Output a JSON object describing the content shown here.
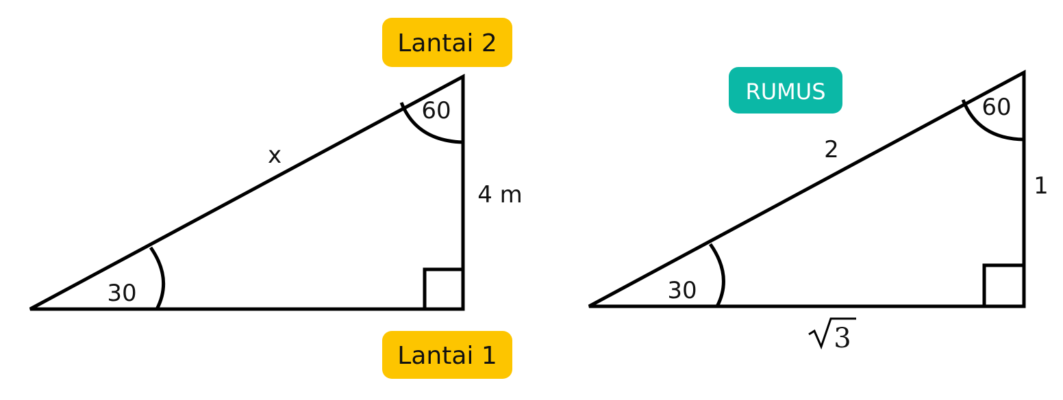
{
  "colors": {
    "badge_yellow": "#FDC500",
    "badge_teal": "#0BB8A6",
    "line": "#000000",
    "background": "#FFFFFF"
  },
  "left_triangle": {
    "top_badge": "Lantai 2",
    "bottom_badge": "Lantai 1",
    "angle_bottom": "30",
    "angle_top": "60",
    "hypotenuse": "x",
    "vertical_side": "4 m"
  },
  "right_triangle": {
    "badge": "RUMUS",
    "angle_bottom": "30",
    "angle_top": "60",
    "hypotenuse": "2",
    "vertical_side": "1",
    "base_radicand": "3"
  }
}
